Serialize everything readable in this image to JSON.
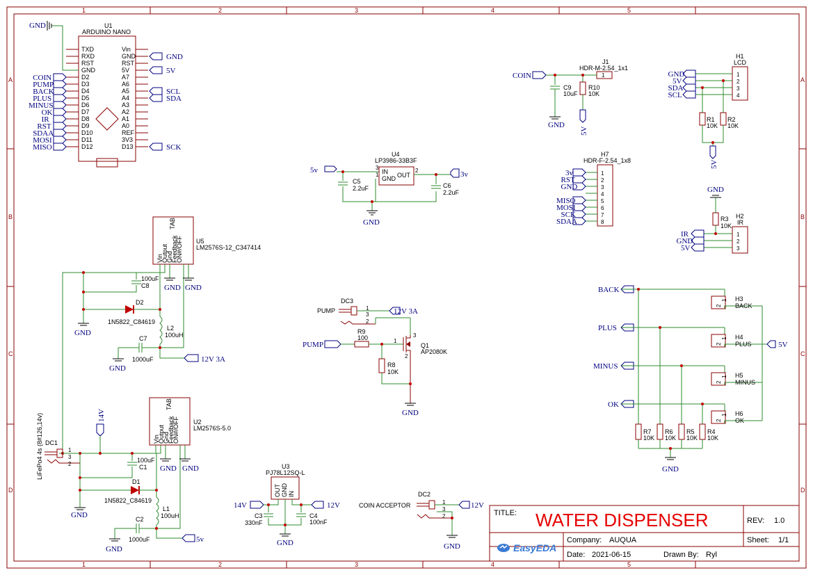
{
  "title_block": {
    "title_label": "TITLE:",
    "title": "WATER DISPENSER",
    "rev_label": "REV:",
    "rev": "1.0",
    "company_label": "Company:",
    "company": "AUQUA",
    "sheet_label": "Sheet:",
    "sheet": "1/1",
    "date_label": "Date:",
    "date": "2021-06-15",
    "drawn_label": "Drawn By:",
    "drawn_by": "Ryl",
    "logo": "EasyEDA"
  },
  "grid": {
    "cols": [
      "1",
      "2",
      "3",
      "4",
      "5"
    ],
    "rows": [
      "A",
      "B",
      "C",
      "D"
    ]
  },
  "u1": {
    "ref": "U1",
    "name": "ARDUINO NANO",
    "left_pins": [
      "TXD",
      "RXD",
      "RST",
      "GND",
      "D2",
      "D3",
      "D4",
      "D5",
      "D6",
      "D7",
      "D8",
      "D9",
      "D10",
      "D11",
      "D12"
    ],
    "right_pins": [
      "Vin",
      "GND",
      "RST",
      "5V",
      "A7",
      "A6",
      "A5",
      "A4",
      "A3",
      "A2",
      "A1",
      "A0",
      "REF",
      "3V3",
      "D13"
    ],
    "left_nets": [
      "COIN",
      "PUMP",
      "BACK",
      "PLUS",
      "MINUS",
      "OK",
      "IR",
      "RST",
      "SDAA",
      "MOSI",
      "MISO"
    ],
    "right_nets": {
      "gnd": "GND",
      "v5": "5V",
      "scl": "SCL",
      "sda": "SDA",
      "sck": "SCK"
    },
    "top_gnd": "GND"
  },
  "u4": {
    "ref": "U4",
    "name": "LP3986-33B3F",
    "in": "IN",
    "gnd": "GND",
    "out": "OUT",
    "vin": "5v",
    "vout": "3v",
    "c5": "C5",
    "c5v": "2.2uF",
    "c6": "C6",
    "c6v": "2.2uF",
    "gnd_label": "GND"
  },
  "j1": {
    "ref": "J1",
    "name": "HDR-M-2.54_1x1",
    "net": "COIN",
    "c9": "C9",
    "c9v": "10uF",
    "r10": "R10",
    "r10v": "10K",
    "gnd_label": "GND",
    "v5": "5V"
  },
  "h1": {
    "ref": "H1",
    "name": "LCD",
    "nets": [
      "GND",
      "5V",
      "SDA",
      "SCL"
    ],
    "pins": [
      "1",
      "2",
      "3",
      "4"
    ],
    "r1": "R1",
    "r1v": "10K",
    "r2": "R2",
    "r2v": "10K",
    "v5": "5V"
  },
  "h7": {
    "ref": "H7",
    "name": "HDR-F-2.54_1x8",
    "nets": [
      "3v",
      "RST",
      "GND",
      "",
      "MISO",
      "MOSI",
      "SCK",
      "SDAA"
    ],
    "pins": [
      "1",
      "2",
      "3",
      "4",
      "5",
      "6",
      "7",
      "8"
    ]
  },
  "h2": {
    "ref": "H2",
    "name": "IR",
    "nets": [
      "IR",
      "GND",
      "5V"
    ],
    "pins": [
      "1",
      "2",
      "3"
    ],
    "r3": "R3",
    "r3v": "10K",
    "gnd_label": "GND"
  },
  "u5": {
    "ref": "U5",
    "name": "LM2576S-12_C347414",
    "tab": "TAB",
    "pins": [
      "Vin",
      "Output",
      "Gnd",
      "Feedback",
      "ON#/OFF"
    ],
    "c8": "C8",
    "c8v": "100uF",
    "d2": "D2",
    "d2v": "1N5822_C84619",
    "l2": "L2",
    "l2v": "100uH",
    "c7": "C7",
    "c7v": "1000uF",
    "out": "12V 3A",
    "gnd_label": "GND"
  },
  "u2": {
    "ref": "U2",
    "name": "LM2576S-5.0",
    "tab": "TAB",
    "pins": [
      "Vin",
      "Output",
      "Gnd",
      "Feedback",
      "ON#/OFF"
    ],
    "c1": "C1",
    "c1v": "100uF",
    "d1": "D1",
    "d1v": "1N5822_C84619",
    "l1": "L1",
    "l1v": "100uH",
    "c2": "C2",
    "c2v": "1000uF",
    "out": "5v",
    "in_net": "14V",
    "gnd_label": "GND"
  },
  "dc1": {
    "ref": "DC1",
    "side": "LiFePo4 4s (8#126,14v)"
  },
  "dc3": {
    "ref": "DC3",
    "net": "PUMP",
    "out": "12V 3A"
  },
  "q1": {
    "ref": "Q1",
    "name": "AP2080K",
    "in": "PUMP",
    "r9": "R9",
    "r9v": "100",
    "r8": "R8",
    "r8v": "10K",
    "gnd_label": "GND"
  },
  "u3": {
    "ref": "U3",
    "name": "PJ78L12SQ-L",
    "pins": [
      "OUT",
      "GND",
      "IN"
    ],
    "vin": "14V",
    "vout": "12V",
    "c3": "C3",
    "c3v": "330nF",
    "c4": "C4",
    "c4v": "100nF",
    "gnd_label": "GND"
  },
  "dc2": {
    "ref": "DC2",
    "name": "COIN ACCEPTOR",
    "out": "12V",
    "gnd_label": "GND"
  },
  "buttons": {
    "items": [
      {
        "net": "BACK",
        "ref": "H3",
        "name": "BACK"
      },
      {
        "net": "PLUS",
        "ref": "H4",
        "name": "PLUS"
      },
      {
        "net": "MINUS",
        "ref": "H5",
        "name": "MINUS"
      },
      {
        "net": "OK",
        "ref": "H6",
        "name": "OK"
      }
    ],
    "resistors": [
      {
        "ref": "R7",
        "val": "10K"
      },
      {
        "ref": "R6",
        "val": "10K"
      },
      {
        "ref": "R5",
        "val": "10K"
      },
      {
        "ref": "R4",
        "val": "10K"
      }
    ],
    "v5": "5V",
    "gnd_label": "GND"
  }
}
